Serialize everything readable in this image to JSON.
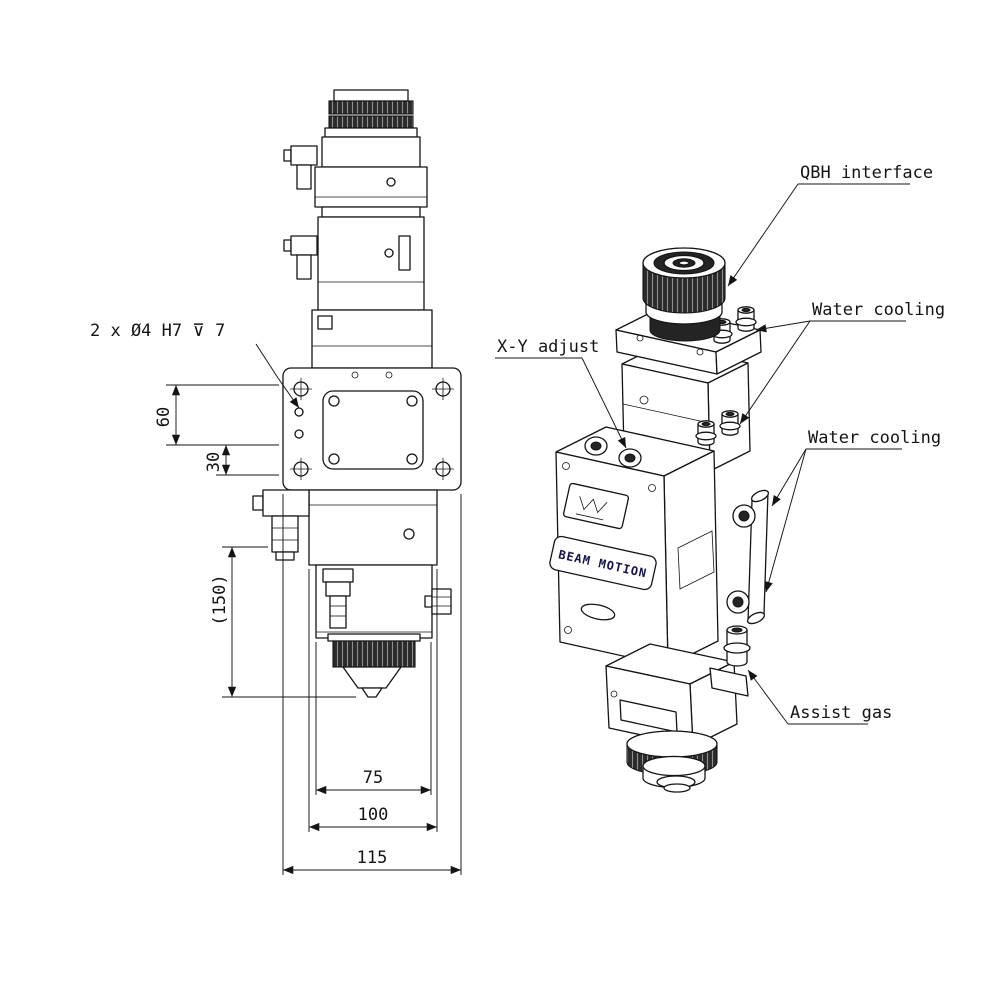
{
  "front_view": {
    "hole_note": "2 x Ø4 H7 ⊽ 7",
    "dimensions": {
      "height_60": "60",
      "height_30": "30",
      "height_150": "(150)",
      "width_75": "75",
      "width_100": "100",
      "width_115": "115"
    }
  },
  "iso_view": {
    "callouts": {
      "qbh_interface": "QBH interface",
      "water_cooling_top": "Water cooling",
      "xy_adjust": "X-Y adjust",
      "water_cooling_mid": "Water cooling",
      "assist_gas": "Assist gas"
    },
    "device_label": "BEAM MOTION"
  }
}
